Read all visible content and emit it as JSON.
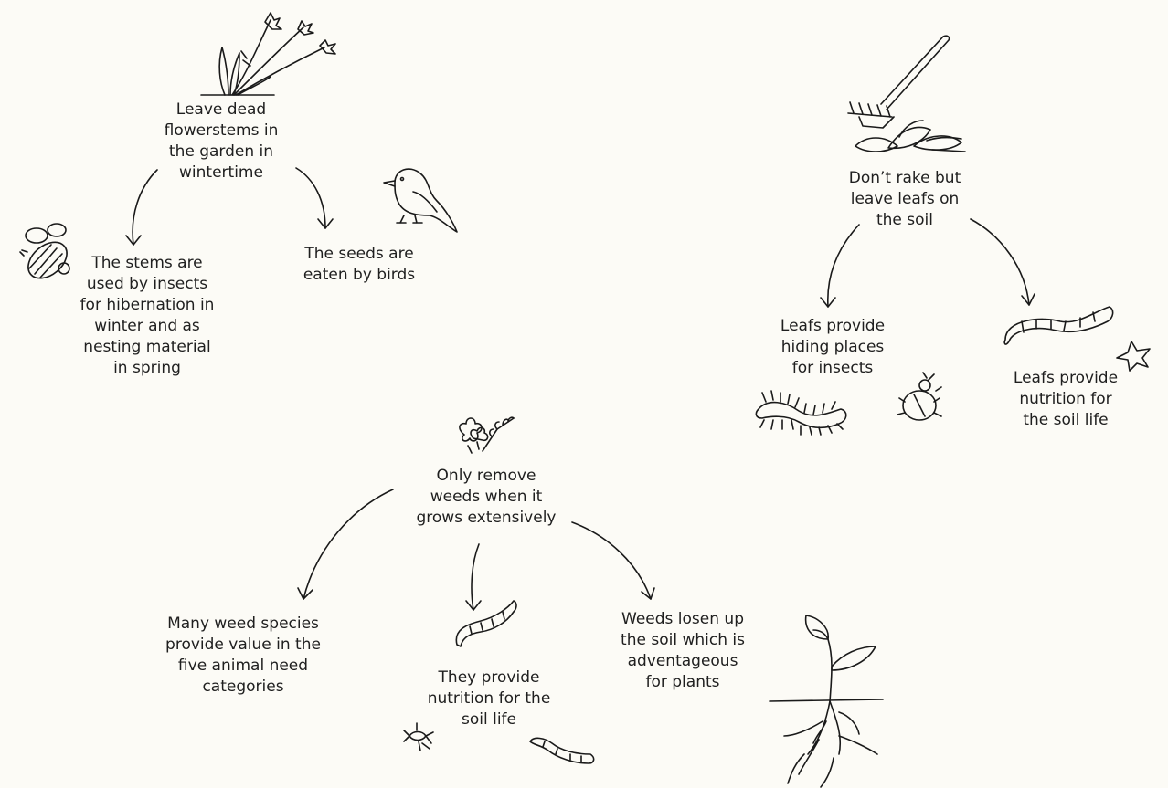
{
  "flowerstems": {
    "main": "Leave dead\nflowerstems in\nthe garden in\nwintertime",
    "insects": "The stems are\nused by insects\nfor hibernation in\nwinter and as\nnesting material\nin spring",
    "birds": "The seeds are\neaten by birds"
  },
  "leaves": {
    "main": "Don’t rake but\nleave leafs on\nthe soil",
    "hiding": "Leafs provide\nhiding places\nfor insects",
    "nutrition": "Leafs provide\nnutrition for\nthe soil life"
  },
  "weeds": {
    "main": "Only remove\nweeds when it\ngrows extensively",
    "value": "Many weed species\nprovide value in the\nfive animal need\ncategories",
    "nutrition": "They provide\nnutrition for the\nsoil life",
    "loosen": "Weeds losen up\nthe soil which is\nadventageous\nfor plants"
  },
  "icons": [
    "dead-flowerstems-icon",
    "bee-icon",
    "bird-icon",
    "rake-icon",
    "leaf-pile-icon",
    "worm-icon",
    "star-leaf-icon",
    "centipede-icon",
    "beetle-icon",
    "weed-flowers-icon",
    "sprout-icon",
    "springtail-icon"
  ]
}
